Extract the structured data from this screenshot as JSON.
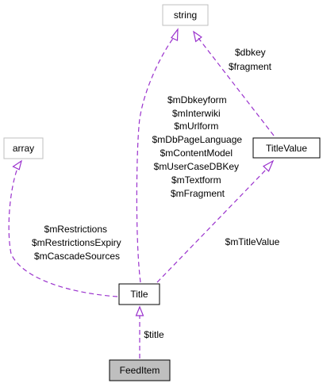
{
  "nodes": {
    "string": "string",
    "array": "array",
    "title_value": "TitleValue",
    "title": "Title",
    "feed_item": "FeedItem"
  },
  "edges": {
    "title_value_to_string": [
      "$dbkey",
      "$fragment"
    ],
    "title_to_string": [
      "$mDbkeyform",
      "$mInterwiki",
      "$mUrlform",
      "$mDbPageLanguage",
      "$mContentModel",
      "$mUserCaseDBKey",
      "$mTextform",
      "$mFragment"
    ],
    "title_to_array": [
      "$mRestrictions",
      "$mRestrictionsExpiry",
      "$mCascadeSources"
    ],
    "title_to_title_value": [
      "$mTitleValue"
    ],
    "feed_item_to_title": [
      "$title"
    ]
  },
  "colors": {
    "edge": "#9a32cd",
    "node_border_solid": "#000000",
    "node_border_external": "#bfbfbf",
    "highlight_fill": "#bfbfbf"
  }
}
